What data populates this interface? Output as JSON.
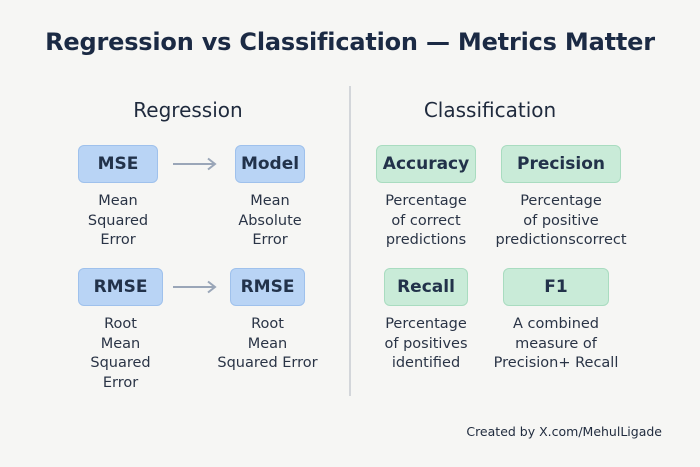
{
  "title": "Regression vs Classification — Metrics Matter",
  "regression": {
    "heading": "Regression",
    "metrics": [
      {
        "label": "MSE",
        "desc": [
          "Mean",
          "Squared",
          "Error"
        ]
      },
      {
        "label": "Model",
        "desc": [
          "Mean",
          "Absolute",
          "Error"
        ]
      },
      {
        "label": "RMSE",
        "desc": [
          "Root",
          "Mean",
          "Squared",
          "Error"
        ]
      },
      {
        "label": "RMSE",
        "desc": [
          "Root",
          "Mean",
          "Squared Error"
        ]
      }
    ]
  },
  "classification": {
    "heading": "Classification",
    "metrics": [
      {
        "label": "Accuracy",
        "desc": [
          "Percentage",
          "of correct",
          "predictions"
        ]
      },
      {
        "label": "Precision",
        "desc": [
          "Percentage",
          "of positive",
          "predictionscorrect"
        ]
      },
      {
        "label": "Recall",
        "desc": [
          "Percentage",
          "of positives",
          "identified"
        ]
      },
      {
        "label": "F1",
        "desc": [
          "A combined",
          "measure of",
          "Precision+ Recall"
        ]
      }
    ]
  },
  "colors": {
    "regression_pill": "#b9d4f5",
    "classification_pill": "#c9ebd8",
    "arrow": "#9aa6b8"
  },
  "icons": {
    "arrow": "arrow-right-icon"
  },
  "credit": "Created by X.com/MehulLigade"
}
